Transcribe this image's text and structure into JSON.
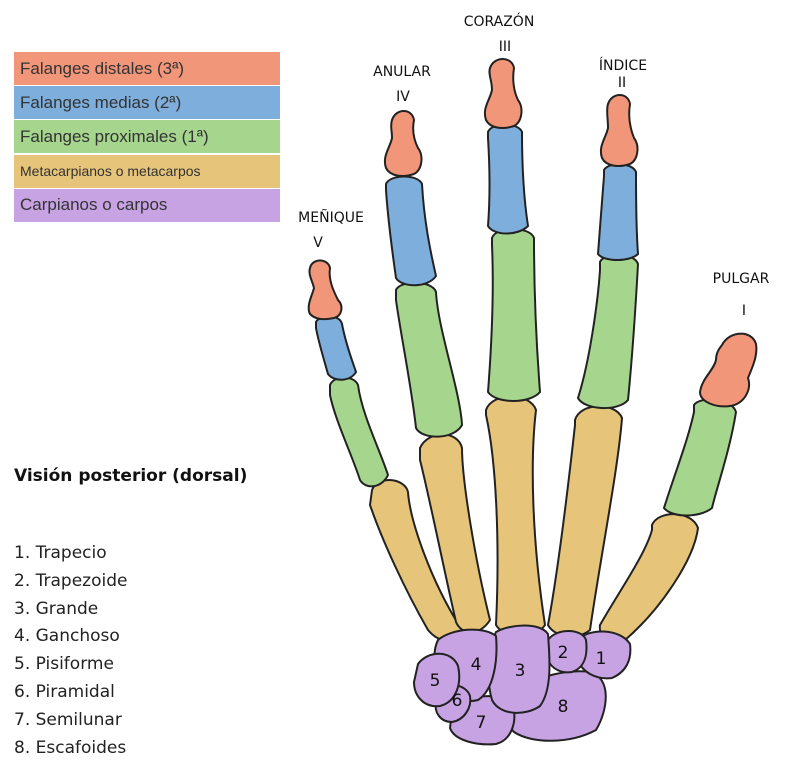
{
  "colors": {
    "distal": "#f2967a",
    "media": "#7eaedc",
    "proximal": "#a6d68e",
    "metacarpo": "#e6c47a",
    "carpo": "#c7a3e3"
  },
  "legend": [
    {
      "label": "Falanges distales (3ª)",
      "color_key": "distal"
    },
    {
      "label": "Falanges medias (2ª)",
      "color_key": "media"
    },
    {
      "label": "Falanges proximales (1ª)",
      "color_key": "proximal"
    },
    {
      "label": "Metacarpianos o metacarpos",
      "color_key": "metacarpo"
    },
    {
      "label": "Carpianos o carpos",
      "color_key": "carpo"
    }
  ],
  "fingers": {
    "v": {
      "name": "MEÑIQUE",
      "numeral": "V"
    },
    "iv": {
      "name": "ANULAR",
      "numeral": "IV"
    },
    "iii": {
      "name": "CORAZÓN",
      "numeral": "III"
    },
    "ii": {
      "name": "ÍNDICE",
      "numeral": "II"
    },
    "i": {
      "name": "PULGAR",
      "numeral": "I"
    }
  },
  "view_title": "Visión posterior (dorsal)",
  "carpals": [
    "1. Trapecio",
    "2. Trapezoide",
    "3. Grande",
    "4. Ganchoso",
    "5. Pisiforme",
    "6. Piramidal",
    "7. Semilunar",
    "8. Escafoides"
  ],
  "carpal_numbers": [
    "1",
    "2",
    "3",
    "4",
    "5",
    "6",
    "7",
    "8"
  ]
}
